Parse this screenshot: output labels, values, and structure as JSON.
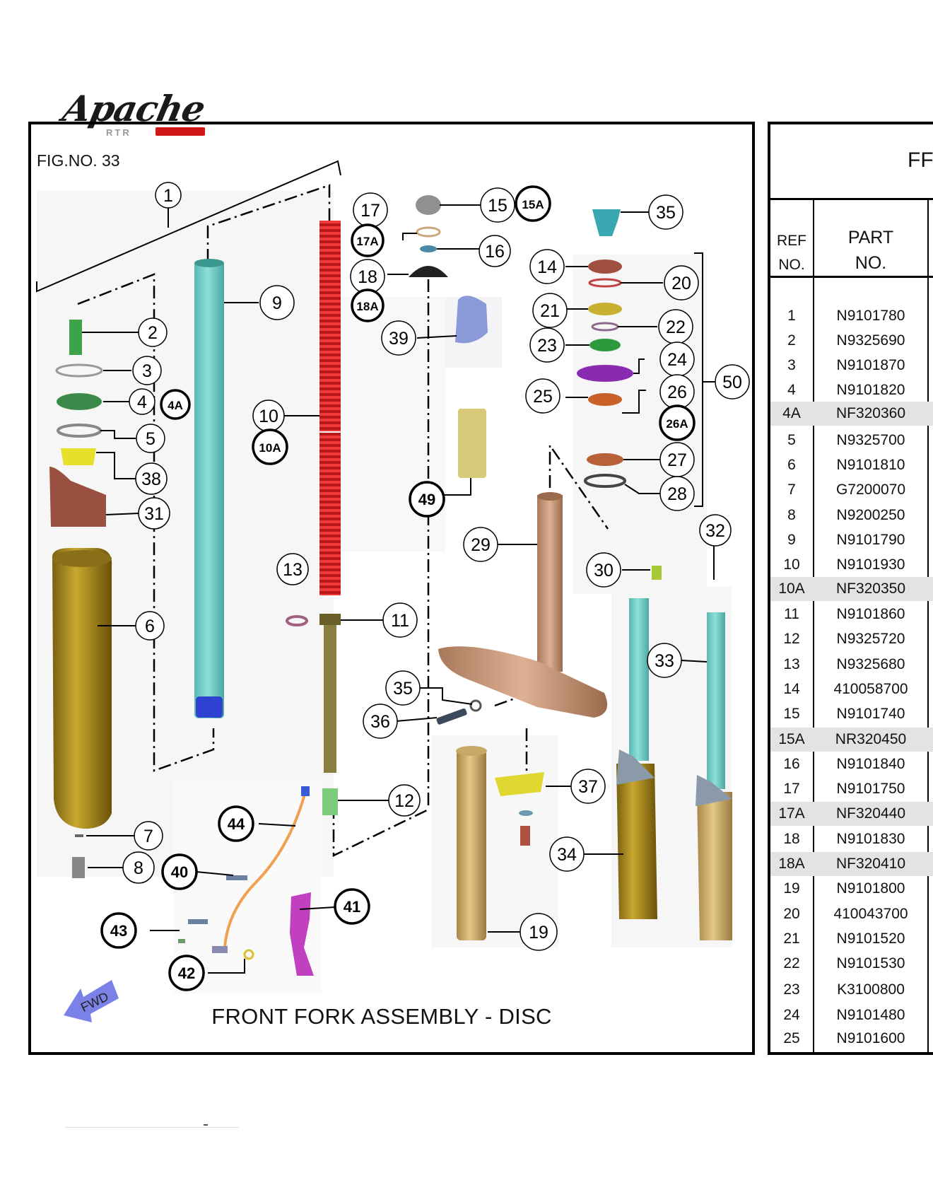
{
  "logo": {
    "word": "Apache",
    "model": "RTR",
    "badge_color": "#d01818"
  },
  "figure": {
    "label": "FIG.NO. 33",
    "caption": "FRONT FORK ASSEMBLY - DISC",
    "arrow_label": "FWD"
  },
  "table": {
    "title": "FF",
    "headers": {
      "ref": "REF\nNO.",
      "part": "PART\nNO."
    },
    "rows": [
      {
        "ref": "1",
        "part": "N9101780",
        "highlight": false
      },
      {
        "ref": "2",
        "part": "N9325690",
        "highlight": false
      },
      {
        "ref": "3",
        "part": "N9101870",
        "highlight": false
      },
      {
        "ref": "4",
        "part": "N9101820",
        "highlight": false
      },
      {
        "ref": "4A",
        "part": "NF320360",
        "highlight": true
      },
      {
        "ref": "5",
        "part": "N9325700",
        "highlight": false
      },
      {
        "ref": "6",
        "part": "N9101810",
        "highlight": false
      },
      {
        "ref": "7",
        "part": "G7200070",
        "highlight": false
      },
      {
        "ref": "8",
        "part": "N9200250",
        "highlight": false
      },
      {
        "ref": "9",
        "part": "N9101790",
        "highlight": false
      },
      {
        "ref": "10",
        "part": "N9101930",
        "highlight": false
      },
      {
        "ref": "10A",
        "part": "NF320350",
        "highlight": true
      },
      {
        "ref": "11",
        "part": "N9101860",
        "highlight": false
      },
      {
        "ref": "12",
        "part": "N9325720",
        "highlight": false
      },
      {
        "ref": "13",
        "part": "N9325680",
        "highlight": false
      },
      {
        "ref": "14",
        "part": "410058700",
        "highlight": false
      },
      {
        "ref": "15",
        "part": "N9101740",
        "highlight": false
      },
      {
        "ref": "15A",
        "part": "NR320450",
        "highlight": true
      },
      {
        "ref": "16",
        "part": "N9101840",
        "highlight": false
      },
      {
        "ref": "17",
        "part": "N9101750",
        "highlight": false
      },
      {
        "ref": "17A",
        "part": "NF320440",
        "highlight": true
      },
      {
        "ref": "18",
        "part": "N9101830",
        "highlight": false
      },
      {
        "ref": "18A",
        "part": "NF320410",
        "highlight": true
      },
      {
        "ref": "19",
        "part": "N9101800",
        "highlight": false
      },
      {
        "ref": "20",
        "part": "410043700",
        "highlight": false
      },
      {
        "ref": "21",
        "part": "N9101520",
        "highlight": false
      },
      {
        "ref": "22",
        "part": "N9101530",
        "highlight": false
      },
      {
        "ref": "23",
        "part": "K3100800",
        "highlight": false
      },
      {
        "ref": "24",
        "part": "N9101480",
        "highlight": false
      },
      {
        "ref": "25",
        "part": "N9101600",
        "highlight": false
      }
    ]
  },
  "callouts": {
    "thin": [
      "1",
      "2",
      "3",
      "4",
      "5",
      "38",
      "31",
      "6",
      "7",
      "8",
      "9",
      "10",
      "13",
      "11",
      "12",
      "17",
      "18",
      "15",
      "16",
      "39",
      "14",
      "20",
      "21",
      "22",
      "23",
      "24",
      "25",
      "26",
      "27",
      "28",
      "50",
      "35",
      "29",
      "30",
      "32",
      "33",
      "35",
      "36",
      "37",
      "34",
      "19"
    ],
    "bold": [
      "4A",
      "10A",
      "17A",
      "18A",
      "15A",
      "26A",
      "49",
      "44",
      "40",
      "43",
      "42",
      "41"
    ]
  },
  "colors": {
    "outer_tube": "#6fc8c0",
    "spring": "#e22a2a",
    "fork_body": "#a98a22",
    "steering_stem": "#c79a78",
    "lower_bracket": "#c8a46a",
    "hose": "#f0a050",
    "bracket": "#c040c0"
  }
}
